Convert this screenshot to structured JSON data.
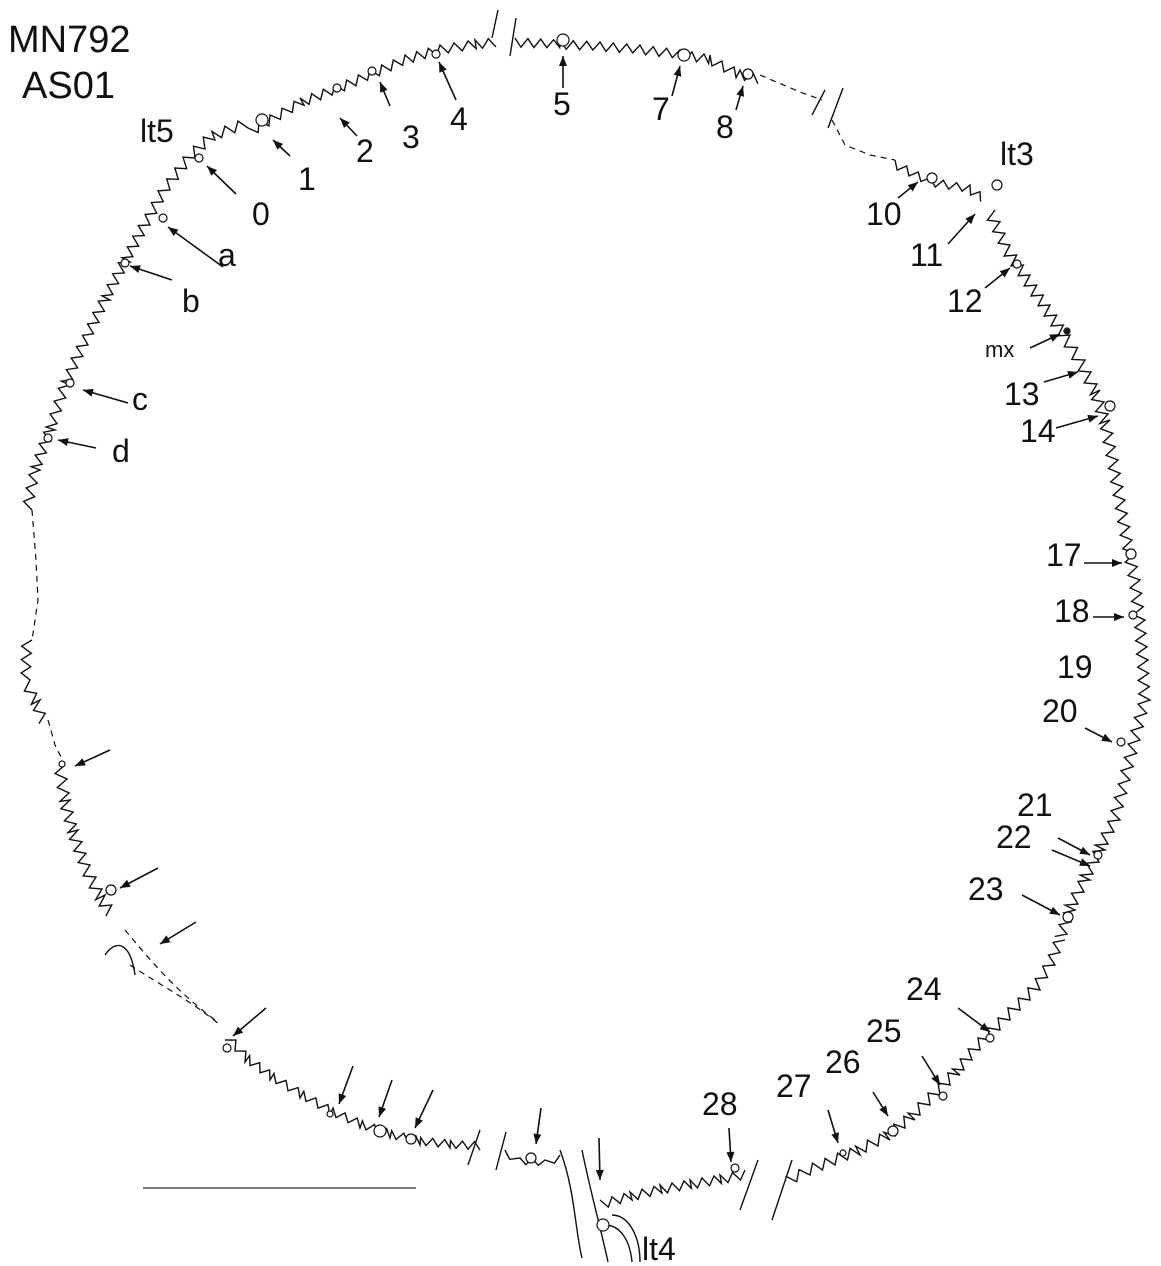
{
  "specimen": {
    "line1": "MN792",
    "line2": "AS01"
  },
  "landmarks": {
    "lt5": "lt5",
    "lt3": "lt3",
    "lt4": "lt4"
  },
  "labels": {
    "n0": "0",
    "n1": "1",
    "n2": "2",
    "n3": "3",
    "n4": "4",
    "n5": "5",
    "n7": "7",
    "n8": "8",
    "n10": "10",
    "n11": "11",
    "n12": "12",
    "mx": "mx",
    "n13": "13",
    "n14": "14",
    "n17": "17",
    "n18": "18",
    "n19": "19",
    "n20": "20",
    "n21": "21",
    "n22": "22",
    "n23": "23",
    "n24": "24",
    "n25": "25",
    "n26": "26",
    "n27": "27",
    "n28": "28",
    "a": "a",
    "b": "b",
    "c": "c",
    "d": "d"
  }
}
